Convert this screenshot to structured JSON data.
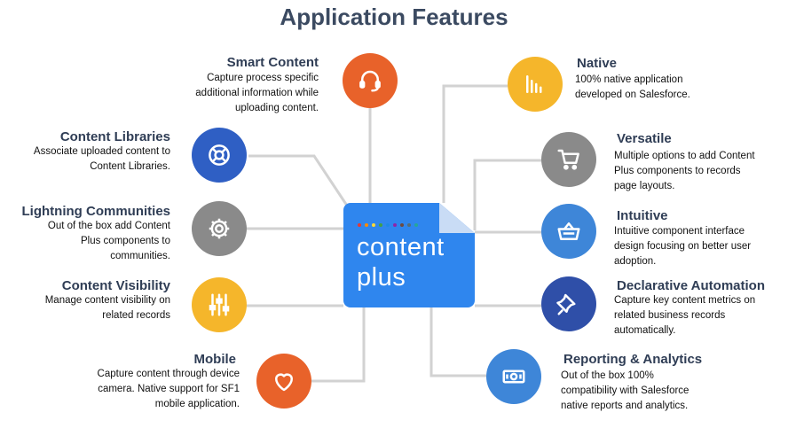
{
  "title": "Application Features",
  "center_card": {
    "line1": "content",
    "line2": "plus",
    "dot_colors": [
      "#e53935",
      "#fb8c00",
      "#fdd835",
      "#43a047",
      "#1e88e5",
      "#8e24aa",
      "#6d4c41",
      "#546e7a",
      "#26a69a"
    ]
  },
  "features": {
    "smart_content": {
      "title": "Smart Content",
      "desc": "Capture process specific\nadditional information while\nuploading content.",
      "icon": "headset-icon",
      "color": "#e8622a"
    },
    "content_libraries": {
      "title": "Content Libraries",
      "desc": "Associate uploaded content to\nContent Libraries.",
      "icon": "lifebuoy-icon",
      "color": "#2f5fc4"
    },
    "lightning_communities": {
      "title": "Lightning Communities",
      "desc": "Out of the box add Content\nPlus components to\ncommunities.",
      "icon": "gear-icon",
      "color": "#8a8a8a"
    },
    "content_visibility": {
      "title": "Content Visibility",
      "desc": "Manage content visibility on\nrelated records",
      "icon": "sliders-icon",
      "color": "#f5b62b"
    },
    "mobile": {
      "title": "Mobile",
      "desc": "Capture content through device\ncamera. Native support for SF1\nmobile application.",
      "icon": "heart-icon",
      "color": "#e8622a"
    },
    "native": {
      "title": "Native",
      "desc": "100% native application\ndeveloped on Salesforce.",
      "icon": "bar-chart-icon",
      "color": "#f5b62b"
    },
    "versatile": {
      "title": "Versatile",
      "desc": "Multiple options to add Content\nPlus components to records\npage layouts.",
      "icon": "cart-icon",
      "color": "#8a8a8a"
    },
    "intuitive": {
      "title": "Intuitive",
      "desc": "Intuitive component interface\ndesign focusing on better  user\nadoption.",
      "icon": "basket-icon",
      "color": "#3e86d8"
    },
    "declarative_automation": {
      "title": "Declarative Automation",
      "desc": "Capture key content metrics on\nrelated  business records\nautomatically.",
      "icon": "pin-icon",
      "color": "#2f4fa8"
    },
    "reporting_analytics": {
      "title": "Reporting & Analytics",
      "desc": "Out of the box 100%\ncompatibility with Salesforce\nnative reports and analytics.",
      "icon": "money-icon",
      "color": "#3e86d8"
    }
  }
}
